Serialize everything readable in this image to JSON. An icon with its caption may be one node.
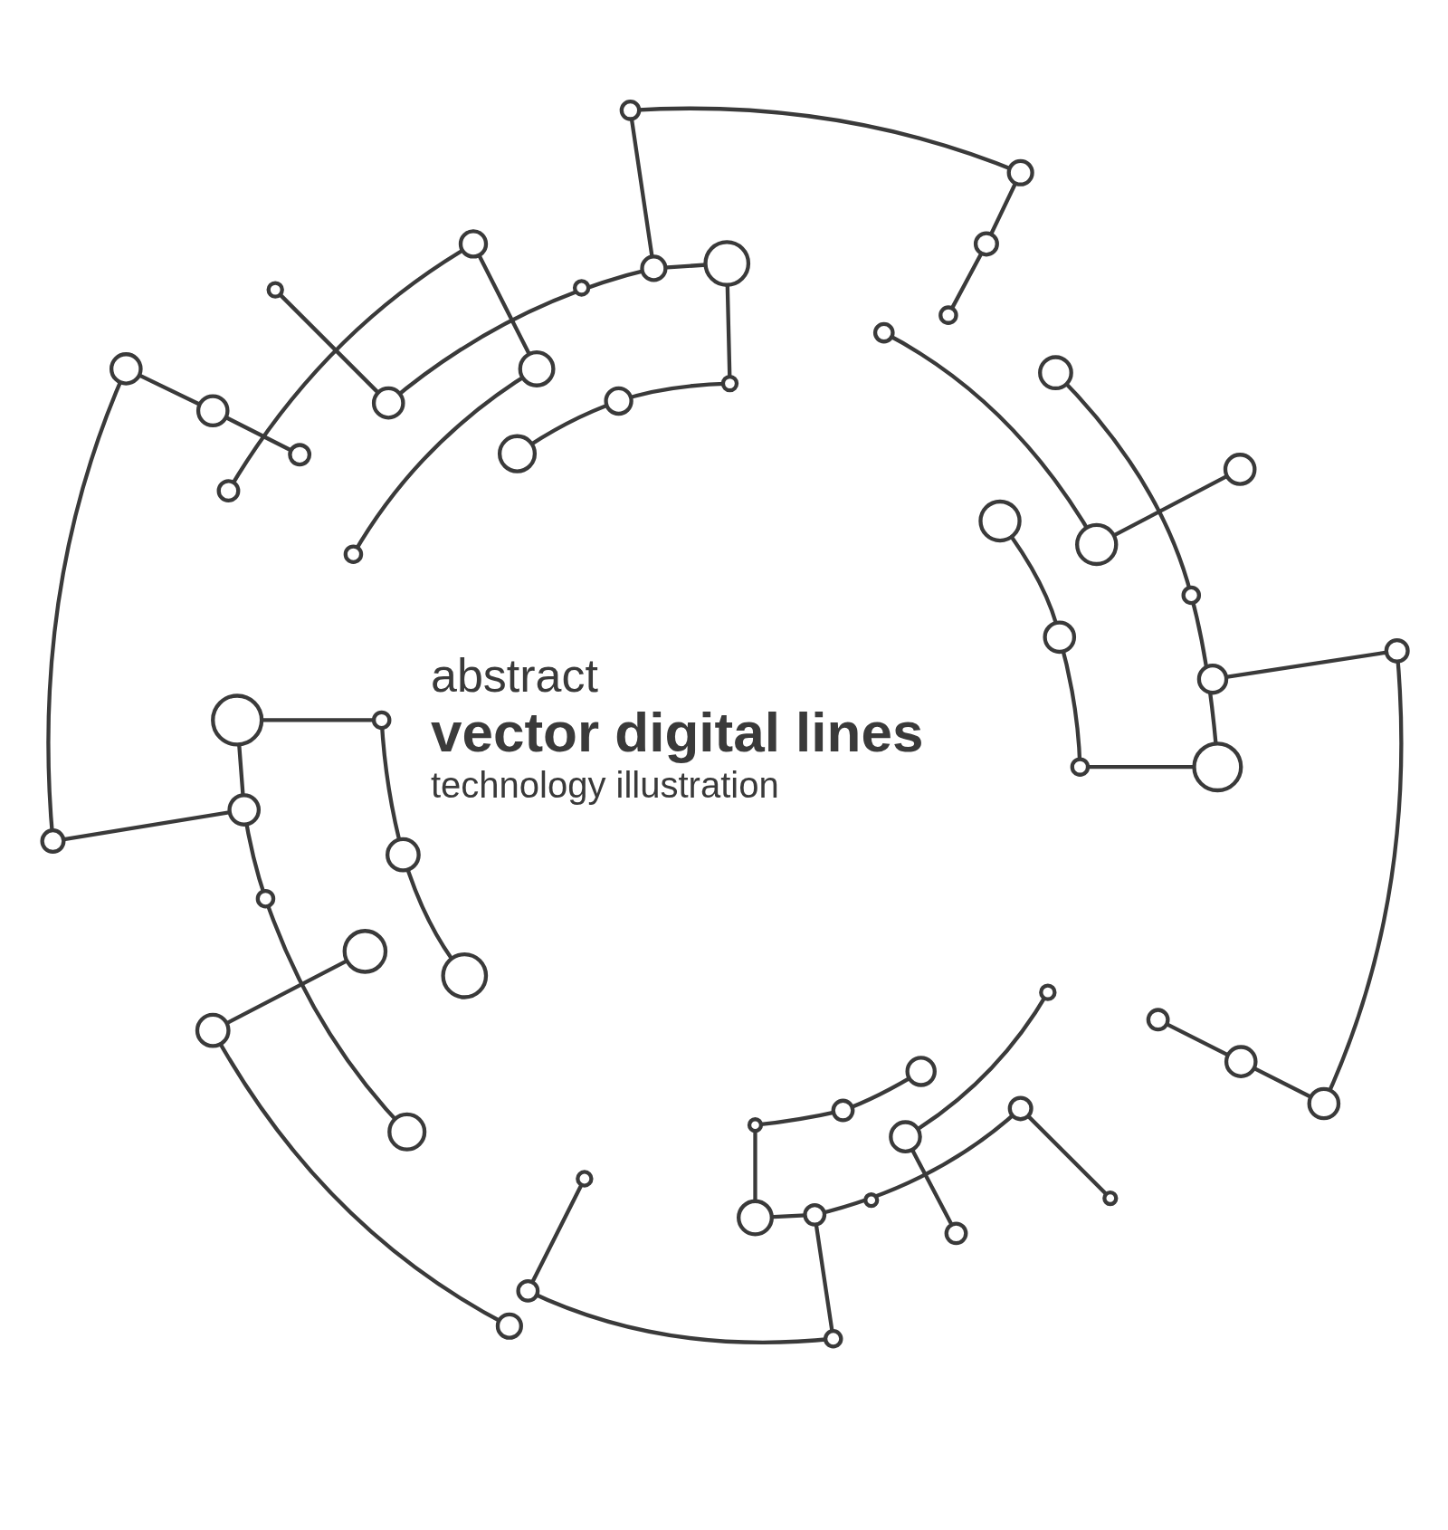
{
  "diagram": {
    "labels": [
      "abstract",
      "vector digital lines",
      "technology illustration"
    ]
  }
}
